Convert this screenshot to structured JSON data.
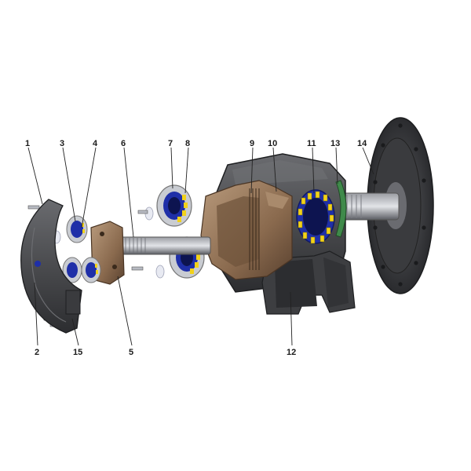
{
  "diagram": {
    "callouts": [
      {
        "id": "1",
        "text": "1"
      },
      {
        "id": "2",
        "text": "2"
      },
      {
        "id": "3",
        "text": "3"
      },
      {
        "id": "4",
        "text": "4"
      },
      {
        "id": "5",
        "text": "5"
      },
      {
        "id": "6",
        "text": "6"
      },
      {
        "id": "7",
        "text": "7"
      },
      {
        "id": "8",
        "text": "8"
      },
      {
        "id": "9",
        "text": "9"
      },
      {
        "id": "10",
        "text": "10"
      },
      {
        "id": "11",
        "text": "11"
      },
      {
        "id": "12",
        "text": "12"
      },
      {
        "id": "13",
        "text": "13"
      },
      {
        "id": "14",
        "text": "14"
      },
      {
        "id": "15",
        "text": "15"
      }
    ],
    "colors": {
      "housing": "#4a4b4e",
      "housing_dark": "#2c2d30",
      "carrier": "#8a6a4e",
      "carrier_dark": "#5a4230",
      "bearing_race": "#1f2fa8",
      "bearing_roller": "#f2d21a",
      "steel": "#c9ccd2",
      "green_seal": "#3f8a4a"
    }
  }
}
